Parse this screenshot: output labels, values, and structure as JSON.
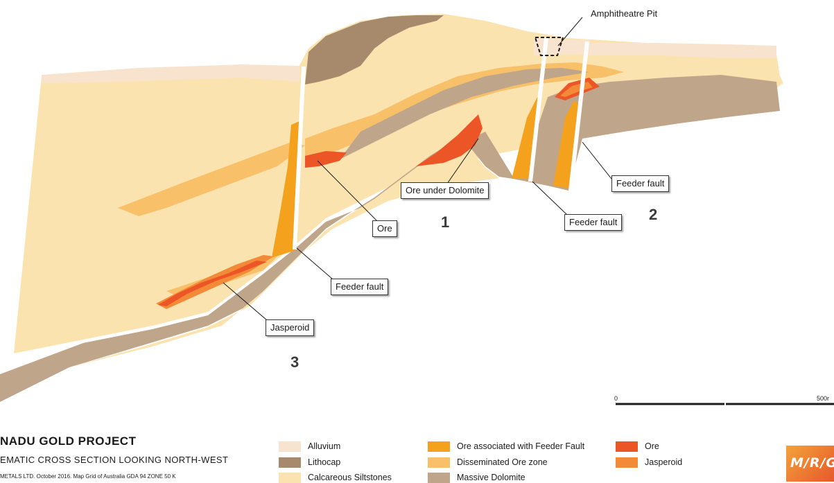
{
  "diagram": {
    "callouts": {
      "amphitheatre": "Amphitheatre Pit",
      "ore_under_dolomite": "Ore under Dolomite",
      "feeder_fault_right": "Feeder fault",
      "feeder_fault_middle": "Feeder fault",
      "feeder_fault_left": "Feeder fault",
      "ore": "Ore",
      "jasperoid": "Jasperoid"
    },
    "markers": [
      "1",
      "2",
      "3"
    ],
    "colors": {
      "alluvium": "#f8e3cf",
      "lithocap": "#a68a6b",
      "calcareous_siltstones": "#fbe3b0",
      "ore_feeder_fault": "#f4a21e",
      "disseminated_ore": "#f9c06a",
      "massive_dolomite": "#bfa58a",
      "ore": "#ec5526",
      "jasperoid": "#f28a38"
    }
  },
  "footer": {
    "title": "NADU GOLD PROJECT",
    "subtitle": "EMATIC CROSS SECTION LOOKING NORTH-WEST",
    "credit": "METALS LTD. October 2016. Map Grid of Australia GDA 94 ZONE 50 K"
  },
  "scale_bar": {
    "start": "0",
    "end": "500r"
  },
  "legend": [
    {
      "label": "Alluvium",
      "color": "#f8e3cf"
    },
    {
      "label": "Lithocap",
      "color": "#a68a6b"
    },
    {
      "label": "Calcareous Siltstones",
      "color": "#fbe3b0"
    },
    {
      "label": "Ore associated with Feeder Fault",
      "color": "#f4a21e"
    },
    {
      "label": "Disseminated Ore zone",
      "color": "#f9c06a"
    },
    {
      "label": "Massive Dolomite",
      "color": "#bfa58a"
    },
    {
      "label": "Ore",
      "color": "#ec5526"
    },
    {
      "label": "Jasperoid",
      "color": "#f28a38"
    }
  ],
  "logo": {
    "text": "M/R/G"
  }
}
